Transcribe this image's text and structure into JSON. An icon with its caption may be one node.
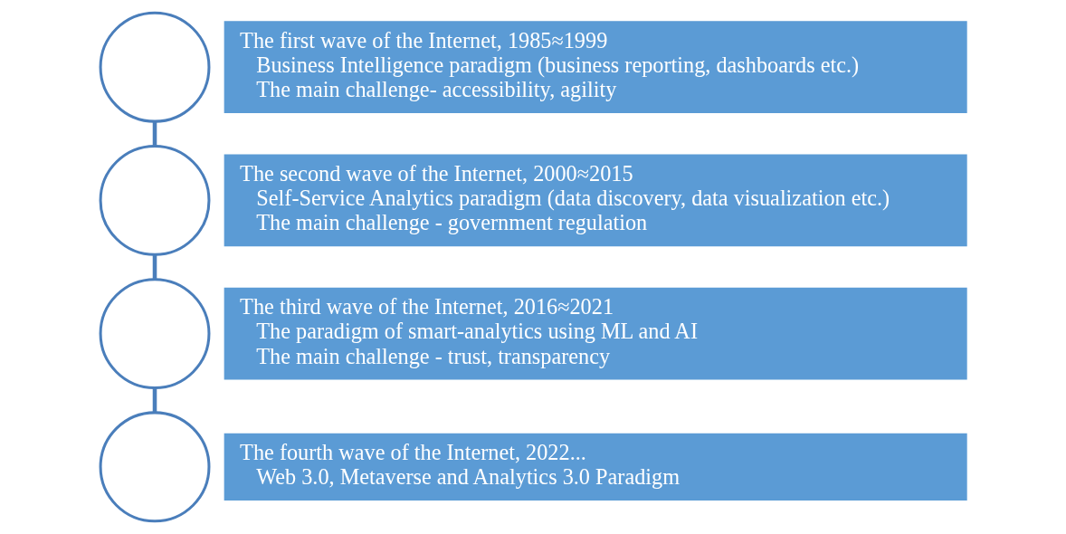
{
  "diagram": {
    "nodes": [
      {
        "text": [],
        "shape": "circle"
      },
      {
        "text": [
          "The first wave of the Internet, 1985≈1999",
          "Business Intelligence paradigm (business reporting, dashboards etc.)",
          "The main challenge- accessibility, agility"
        ]
      },
      {
        "text": [],
        "shape": "circle"
      },
      {
        "text": [
          "The second wave of the Internet, 2000≈2015",
          "Self-Service Analytics paradigm (data discovery, data visualization etc.)",
          "The main challenge - government regulation"
        ]
      },
      {
        "text": [],
        "shape": "circle"
      },
      {
        "text": [
          "The third wave of the Internet, 2016≈2021",
          "The paradigm of smart-analytics using ML and AI",
          "The main challenge - trust, transparency"
        ]
      },
      {
        "text": [],
        "shape": "circle"
      },
      {
        "text": [
          "The fourth wave of the Internet, 2022...",
          "Web 3.0, Metaverse and Analytics 3.0 Paradigm"
        ]
      }
    ],
    "edges": [
      {
        "from": 0,
        "to": 2,
        "arrow": "none"
      },
      {
        "from": 2,
        "to": 4,
        "arrow": "none"
      },
      {
        "from": 4,
        "to": 6,
        "arrow": "none"
      }
    ]
  }
}
